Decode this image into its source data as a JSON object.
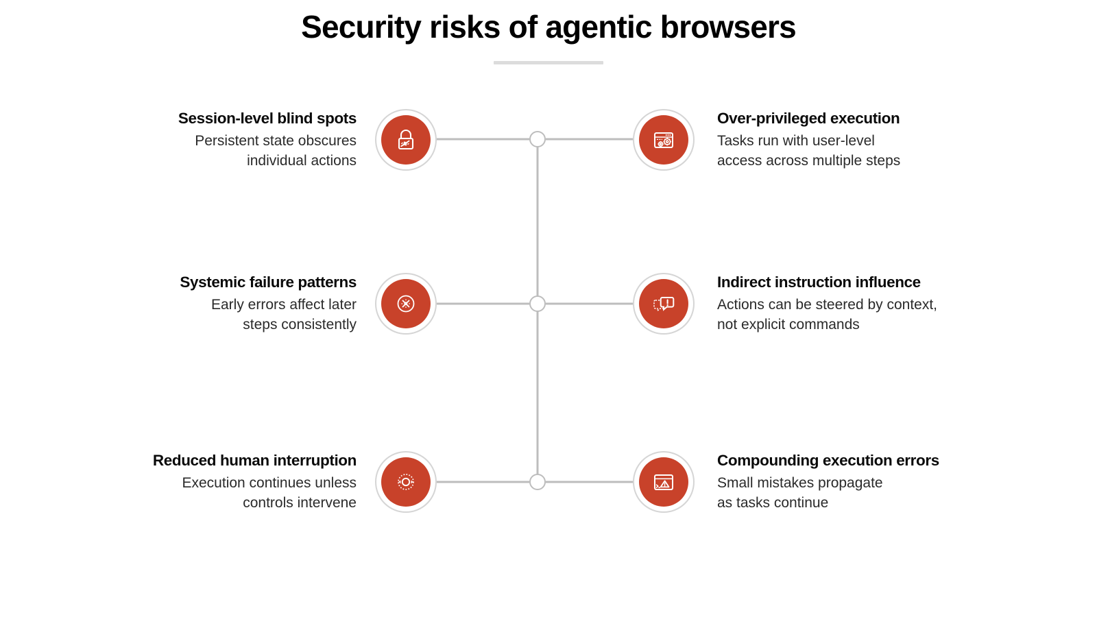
{
  "header": {
    "title": "Security risks of agentic browsers",
    "divider": true
  },
  "theme": {
    "accent": "#c8422a",
    "ring": "#d5d5d5",
    "line": "#bdbdbd",
    "background": "#ffffff",
    "title_color": "#000000",
    "body_color": "#2a2a2a",
    "divider_color": "#dcdcdc"
  },
  "items": {
    "left": [
      {
        "title": "Session-level blind spots",
        "description": "Persistent state obscures\nindividual actions",
        "icon": "padlock-eye-off-icon"
      },
      {
        "title": "Systemic failure patterns",
        "description": "Early errors affect later\nsteps consistently",
        "icon": "circle-cross-failure-icon"
      },
      {
        "title": "Reduced human interruption",
        "description": "Execution continues unless\ncontrols intervene",
        "icon": "circular-loop-arrows-icon"
      }
    ],
    "right": [
      {
        "title": "Over-privileged execution",
        "description": "Tasks run with user-level\naccess across multiple steps",
        "icon": "browser-window-gears-icon"
      },
      {
        "title": "Indirect instruction influence",
        "description": "Actions can be steered by context,\nnot explicit commands",
        "icon": "speech-bubbles-alert-icon"
      },
      {
        "title": "Compounding execution errors",
        "description": "Small mistakes propagate\nas tasks continue",
        "icon": "terminal-warning-icon"
      }
    ]
  },
  "connectors": {
    "node_count": 3,
    "description": "Three hub nodes on a vertical spine, each linked left and right to an icon badge"
  }
}
